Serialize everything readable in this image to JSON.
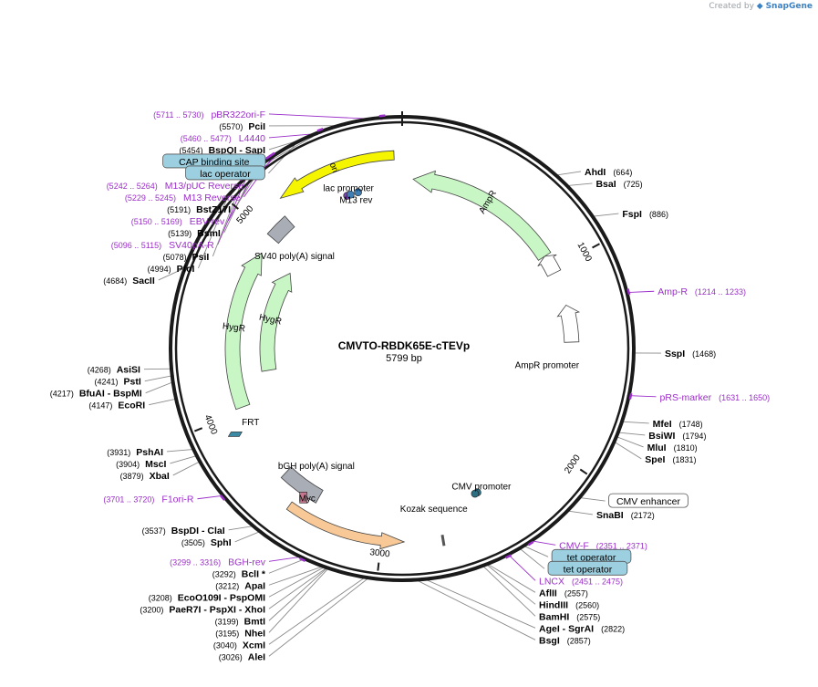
{
  "header": {
    "credit_prefix": "Created by",
    "credit_brand": "SnapGene"
  },
  "plasmid": {
    "name": "CMVTO-RBDK65E-cTEVp",
    "size_label": "5799 bp",
    "length": 5799
  },
  "ticks": [
    {
      "bp": 1000,
      "label": "1000"
    },
    {
      "bp": 2000,
      "label": "2000"
    },
    {
      "bp": 3000,
      "label": "3000"
    },
    {
      "bp": 4000,
      "label": "4000"
    },
    {
      "bp": 5000,
      "label": "5000"
    }
  ],
  "features": [
    {
      "name": "ori",
      "label": "ori",
      "start": 5170,
      "end": 5760,
      "direction": "reverse",
      "color": "#f5f500",
      "ring": 1,
      "label_mode": "inside"
    },
    {
      "name": "AmpR",
      "label": "AmpR",
      "start": 5859,
      "end": 6719,
      "direction": "reverse",
      "color": "#c8f7c5",
      "ring": 2,
      "label_mode": "inside"
    },
    {
      "name": "AmpR promoter",
      "label": "AmpR promoter",
      "start": 6719,
      "end": 6824,
      "direction": "reverse",
      "color": "#ffffff",
      "ring": 2,
      "label_mode": "none"
    },
    {
      "name": "CMV promoter",
      "label": "CMV promoter",
      "start": 7010,
      "end": 7214,
      "direction": "reverse",
      "color": "#ffffff",
      "ring": 2,
      "label_mode": "none"
    },
    {
      "name": "bGH poly(A) signal",
      "label": "bGH poly(A) signal",
      "start": 3370,
      "end": 3595,
      "direction": "none",
      "color": "#a9adb5",
      "ring": 2,
      "label_mode": "none"
    },
    {
      "name": "HygR inner",
      "label": "HygR",
      "start": 4200,
      "end": 4895,
      "direction": "forward",
      "color": "#c8f7c5",
      "ring": 3,
      "label_mode": "inside"
    },
    {
      "name": "HygR outer",
      "label": "HygR",
      "start": 4025,
      "end": 4900,
      "direction": "forward",
      "color": "#c8f7c5",
      "ring": 2,
      "label_mode": "inside"
    },
    {
      "name": "SV40 poly(A) signal",
      "label": "SV40 poly(A) signal",
      "start": 5000,
      "end": 5130,
      "direction": "none",
      "color": "#a9adb5",
      "ring": 2,
      "label_mode": "none"
    },
    {
      "name": "insert",
      "label": "",
      "start": 2890,
      "end": 3475,
      "direction": "reverse",
      "color": "#f8c896",
      "ring": 1,
      "label_mode": "none"
    }
  ],
  "inner_labels": [
    {
      "text": "AmpR promoter",
      "bp": 1560,
      "r": 160
    },
    {
      "text": "CMV promoter",
      "bp": 2420,
      "r": 175
    },
    {
      "text": "Kozak sequence",
      "bp": 2720,
      "r": 180
    },
    {
      "text": "Myc",
      "bp": 3420,
      "r": 195
    },
    {
      "text": "bGH poly(A) signal",
      "bp": 3480,
      "r": 160
    },
    {
      "text": "FRT",
      "bp": 3930,
      "r": 185
    },
    {
      "text": "SV40 poly(A) signal",
      "bp": 5000,
      "r": 155
    },
    {
      "text": "lac promoter",
      "bp": 5500,
      "r": 185
    },
    {
      "text": "M13 rev",
      "bp": 5520,
      "r": 170
    }
  ],
  "primer_sites": [
    {
      "bp": 5720,
      "label": "pBR322ori-F",
      "range": "(5711 .. 5730)"
    },
    {
      "bp": 5468,
      "label": "L4440",
      "range": "(5460 .. 5477)"
    },
    {
      "bp": 5253,
      "label": "M13/pUC Reverse",
      "range": "(5242 .. 5264)"
    },
    {
      "bp": 5237,
      "label": "M13 Reverse",
      "range": "(5229 .. 5245)"
    },
    {
      "bp": 5160,
      "label": "EBV-rev",
      "range": "(5150 .. 5169)"
    },
    {
      "bp": 5105,
      "label": "SV40pA-R",
      "range": "(5096 .. 5115)"
    },
    {
      "bp": 1223,
      "label": "Amp-R",
      "range": "(1214 .. 1233)"
    },
    {
      "bp": 1640,
      "label": "pRS-marker",
      "range": "(1631 .. 1650)"
    },
    {
      "bp": 2361,
      "label": "CMV-F",
      "range": "(2351 .. 2371)"
    },
    {
      "bp": 2463,
      "label": "LNCX",
      "range": "(2451 .. 2475)"
    },
    {
      "bp": 3710,
      "label": "F1ori-R",
      "range": "(3701 .. 3720)"
    },
    {
      "bp": 3307,
      "label": "BGH-rev",
      "range": "(3299 .. 3316)"
    }
  ],
  "feature_boxes": [
    {
      "bp": 5432,
      "label": "CAP binding site",
      "style": "blue"
    },
    {
      "bp": 5350,
      "label": "lac operator",
      "style": "blue"
    },
    {
      "bp": 2100,
      "label": "CMV enhancer",
      "style": "white"
    },
    {
      "bp": 2395,
      "label": "tet operator",
      "style": "blue"
    },
    {
      "bp": 2412,
      "label": "tet operator",
      "style": "blue"
    }
  ],
  "sites": [
    {
      "bp": 5570,
      "pos": "(5570)",
      "name": "PciI"
    },
    {
      "bp": 5454,
      "pos": "(5454)",
      "name": "BspQI  - SapI"
    },
    {
      "bp": 5191,
      "pos": "(5191)",
      "name": "BstZ17I"
    },
    {
      "bp": 5139,
      "pos": "(5139)",
      "name": "BsmI"
    },
    {
      "bp": 5078,
      "pos": "(5078)",
      "name": "PsiI"
    },
    {
      "bp": 4994,
      "pos": "(4994)",
      "name": "PfoI"
    },
    {
      "bp": 4684,
      "pos": "(4684)",
      "name": "SacII"
    },
    {
      "bp": 4268,
      "pos": "(4268)",
      "name": "AsiSI"
    },
    {
      "bp": 4241,
      "pos": "(4241)",
      "name": "PstI"
    },
    {
      "bp": 4217,
      "pos": "(4217)",
      "name": "BfuAI  - BspMI"
    },
    {
      "bp": 4147,
      "pos": "(4147)",
      "name": "EcoRI"
    },
    {
      "bp": 3931,
      "pos": "(3931)",
      "name": "PshAI"
    },
    {
      "bp": 3904,
      "pos": "(3904)",
      "name": "MscI"
    },
    {
      "bp": 3879,
      "pos": "(3879)",
      "name": "XbaI"
    },
    {
      "bp": 3537,
      "pos": "(3537)",
      "name": "BspDI  - ClaI"
    },
    {
      "bp": 3505,
      "pos": "(3505)",
      "name": "SphI"
    },
    {
      "bp": 3292,
      "pos": "(3292)",
      "name": "BclI *"
    },
    {
      "bp": 3212,
      "pos": "(3212)",
      "name": "ApaI"
    },
    {
      "bp": 3208,
      "pos": "(3208)",
      "name": "EcoO109I  - PspOMI"
    },
    {
      "bp": 3200,
      "pos": "(3200)",
      "name": "PaeR7I  - PspXI  - XhoI"
    },
    {
      "bp": 3199,
      "pos": "(3199)",
      "name": "BmtI"
    },
    {
      "bp": 3195,
      "pos": "(3195)",
      "name": "NheI"
    },
    {
      "bp": 3040,
      "pos": "(3040)",
      "name": "XcmI"
    },
    {
      "bp": 3026,
      "pos": "(3026)",
      "name": "AleI"
    },
    {
      "bp": 2857,
      "pos": "(2857)",
      "name": "BsgI"
    },
    {
      "bp": 2822,
      "pos": "(2822)",
      "name": "AgeI  - SgrAI"
    },
    {
      "bp": 2575,
      "pos": "(2575)",
      "name": "BamHI"
    },
    {
      "bp": 2560,
      "pos": "(2560)",
      "name": "HindIII"
    },
    {
      "bp": 2557,
      "pos": "(2557)",
      "name": "AflII"
    },
    {
      "bp": 2172,
      "pos": "(2172)",
      "name": "SnaBI"
    },
    {
      "bp": 1831,
      "pos": "(1831)",
      "name": "SpeI"
    },
    {
      "bp": 1810,
      "pos": "(1810)",
      "name": "MluI"
    },
    {
      "bp": 1794,
      "pos": "(1794)",
      "name": "BsiWI"
    },
    {
      "bp": 1748,
      "pos": "(1748)",
      "name": "MfeI"
    },
    {
      "bp": 1468,
      "pos": "(1468)",
      "name": "SspI"
    },
    {
      "bp": 886,
      "pos": "(886)",
      "name": "FspI"
    },
    {
      "bp": 725,
      "pos": "(725)",
      "name": "BsaI"
    },
    {
      "bp": 664,
      "pos": "(664)",
      "name": "AhdI"
    }
  ],
  "colors": {
    "backbone": "#1a1a1a",
    "primer": "#9b2fc9",
    "site_line": "#8a8a8a",
    "box_blue": "#9ccfe0"
  }
}
